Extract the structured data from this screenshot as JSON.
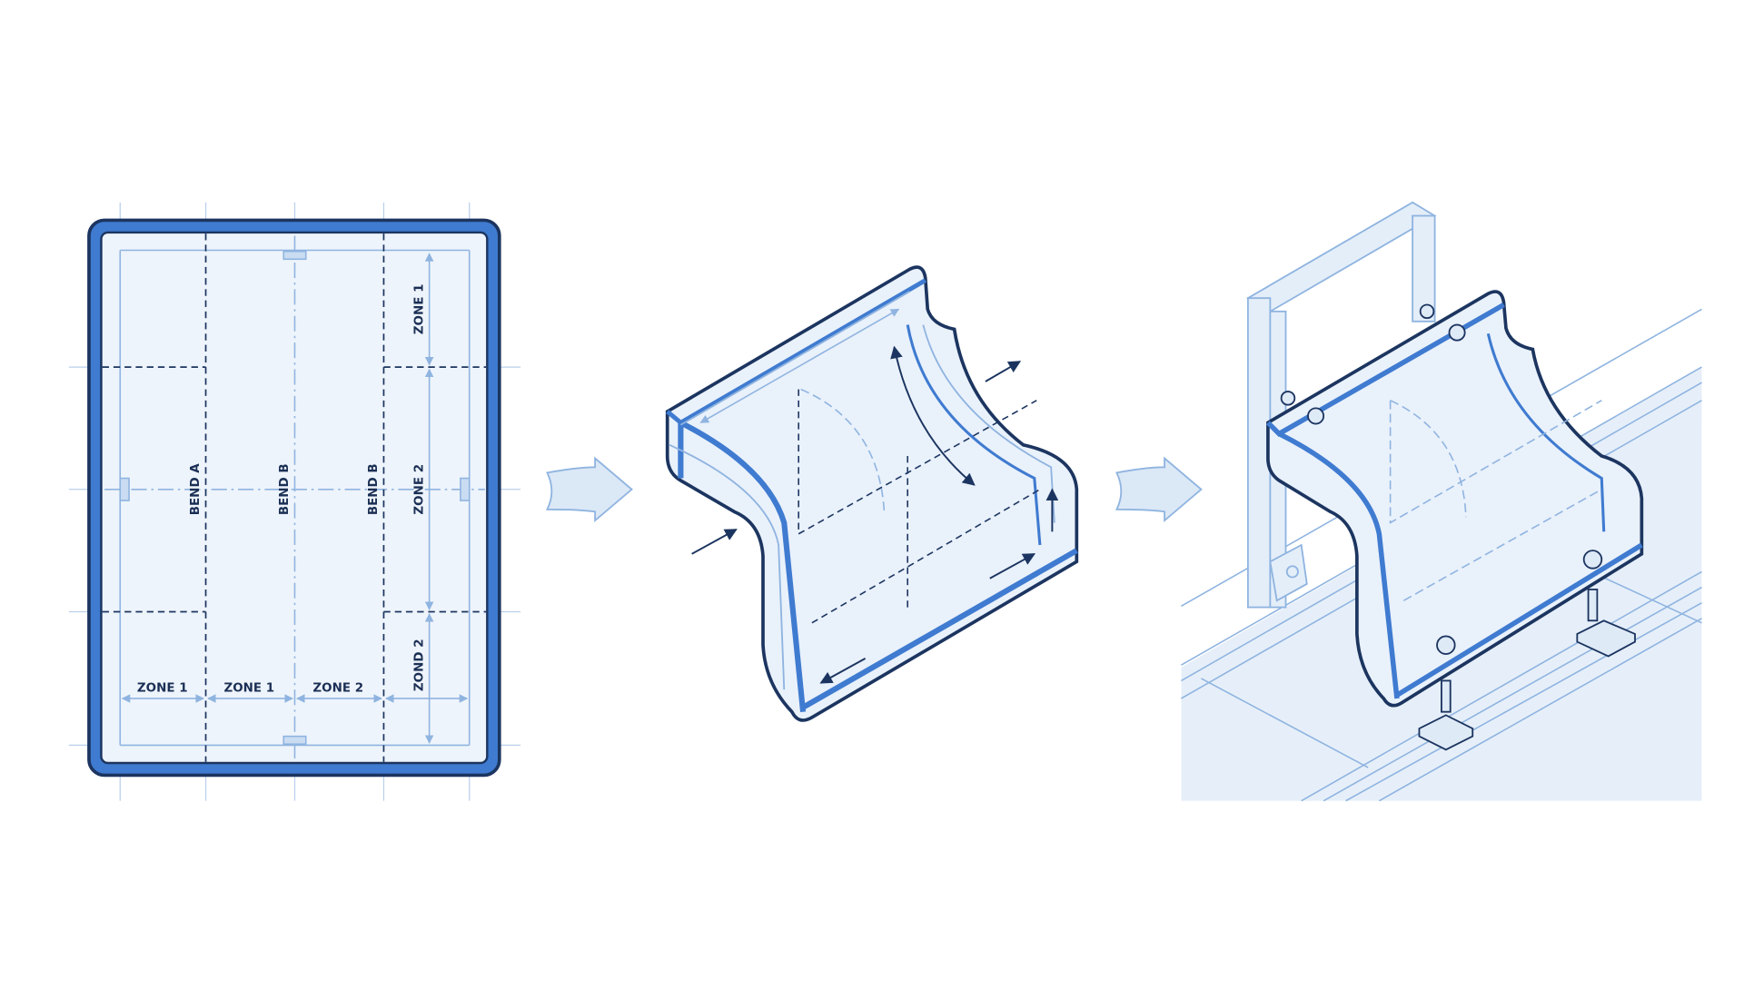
{
  "colors": {
    "outline": "#1c3560",
    "accent": "#3f7bd0",
    "fill": "#eaf2fb",
    "guide": "#8fb4e0"
  },
  "flat_pattern": {
    "bends": [
      "BEND A",
      "BEND B",
      "BEND B"
    ],
    "bottom_zones": [
      "ZONE 1",
      "ZONE 1",
      "ZONE 2"
    ],
    "side_zones": [
      "ZONE 1",
      "ZONE 2",
      "ZOND 2"
    ]
  },
  "steps": [
    "flat-pattern",
    "bent-part",
    "mounted-assembly"
  ]
}
